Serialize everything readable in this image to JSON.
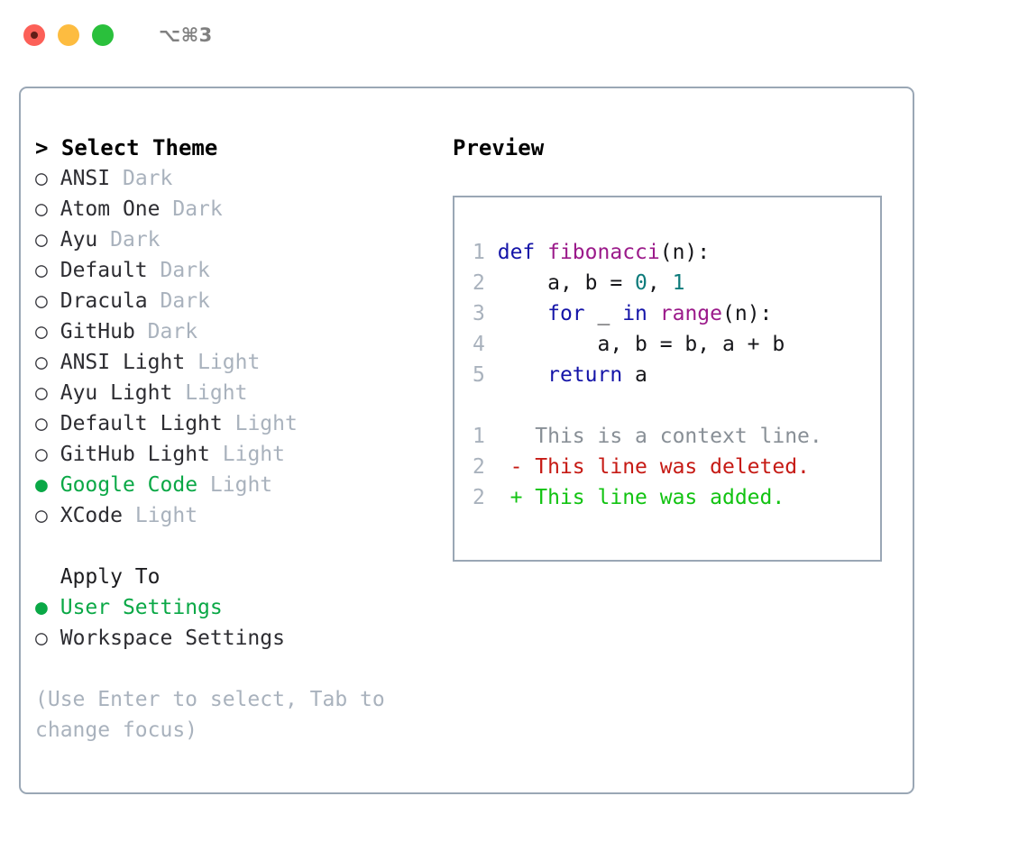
{
  "titlebar": {
    "shortcut": "⌥⌘3",
    "buttons": [
      {
        "name": "close",
        "color": "#fc6058"
      },
      {
        "name": "minimize",
        "color": "#fdbc40"
      },
      {
        "name": "maximize",
        "color": "#2ac03c"
      }
    ]
  },
  "colors": {
    "accent_green": "#0aa846",
    "muted": "#a9b2bd",
    "border": "#9aa7b5",
    "text": "#2d2d32",
    "keyword": "#1414a8",
    "function": "#9b1a8a",
    "number": "#0d7b7b",
    "diff_delete": "#c61a14",
    "diff_add": "#12c312",
    "diff_context": "#888f96"
  },
  "left": {
    "header": "> Select Theme",
    "themes": [
      {
        "bullet": "○",
        "name": "ANSI",
        "kind": "Dark",
        "selected": false
      },
      {
        "bullet": "○",
        "name": "Atom One",
        "kind": "Dark",
        "selected": false
      },
      {
        "bullet": "○",
        "name": "Ayu",
        "kind": "Dark",
        "selected": false
      },
      {
        "bullet": "○",
        "name": "Default",
        "kind": "Dark",
        "selected": false
      },
      {
        "bullet": "○",
        "name": "Dracula",
        "kind": "Dark",
        "selected": false
      },
      {
        "bullet": "○",
        "name": "GitHub",
        "kind": "Dark",
        "selected": false
      },
      {
        "bullet": "○",
        "name": "ANSI Light",
        "kind": "Light",
        "selected": false
      },
      {
        "bullet": "○",
        "name": "Ayu Light",
        "kind": "Light",
        "selected": false
      },
      {
        "bullet": "○",
        "name": "Default Light",
        "kind": "Light",
        "selected": false
      },
      {
        "bullet": "○",
        "name": "GitHub Light",
        "kind": "Light",
        "selected": false
      },
      {
        "bullet": "●",
        "name": "Google Code",
        "kind": "Light",
        "selected": true
      },
      {
        "bullet": "○",
        "name": "XCode",
        "kind": "Light",
        "selected": false
      }
    ],
    "apply_header": "  Apply To",
    "apply_options": [
      {
        "bullet": "●",
        "label": "User Settings",
        "selected": true
      },
      {
        "bullet": "○",
        "label": "Workspace Settings",
        "selected": false
      }
    ],
    "hint": "(Use Enter to select, Tab to change focus)"
  },
  "right": {
    "title": "Preview",
    "code_lines": [
      {
        "num": "1",
        "tokens": [
          {
            "t": "def ",
            "c": "kw"
          },
          {
            "t": "fibonacci",
            "c": "fn"
          },
          {
            "t": "(n):",
            "c": "plain"
          }
        ]
      },
      {
        "num": "2",
        "tokens": [
          {
            "t": "    a, b = ",
            "c": "plain"
          },
          {
            "t": "0",
            "c": "num"
          },
          {
            "t": ", ",
            "c": "plain"
          },
          {
            "t": "1",
            "c": "num"
          }
        ]
      },
      {
        "num": "3",
        "tokens": [
          {
            "t": "    ",
            "c": "plain"
          },
          {
            "t": "for",
            "c": "kw"
          },
          {
            "t": " _ ",
            "c": "plain"
          },
          {
            "t": "in",
            "c": "kw"
          },
          {
            "t": " ",
            "c": "plain"
          },
          {
            "t": "range",
            "c": "fn"
          },
          {
            "t": "(n):",
            "c": "plain"
          }
        ]
      },
      {
        "num": "4",
        "tokens": [
          {
            "t": "        a, b = b, a + b",
            "c": "plain"
          }
        ]
      },
      {
        "num": "5",
        "tokens": [
          {
            "t": "    ",
            "c": "plain"
          },
          {
            "t": "return",
            "c": "kw"
          },
          {
            "t": " a",
            "c": "plain"
          }
        ]
      }
    ],
    "diff_lines": [
      {
        "num": "1",
        "marker": "  ",
        "text": "This is a context line.",
        "kind": "ctx"
      },
      {
        "num": "2",
        "marker": "- ",
        "text": "This line was deleted.",
        "kind": "del"
      },
      {
        "num": "2",
        "marker": "+ ",
        "text": "This line was added.",
        "kind": "add"
      }
    ]
  }
}
